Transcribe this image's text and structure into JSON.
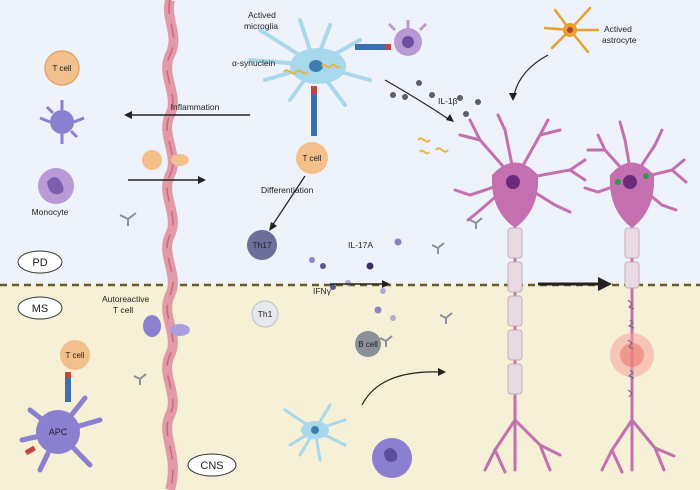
{
  "sections": {
    "pd_label": "PD",
    "ms_label": "MS",
    "cns_label": "CNS"
  },
  "labels": {
    "t_cell": "T cell",
    "inflammation": "Inflammation",
    "monocyte": "Monocyte",
    "actived_microglia_line1": "Actived",
    "actived_microglia_line2": "microglia",
    "alpha_synuclein": "α-synuclein",
    "il1b": "IL-1β",
    "actived_astrocyte_line1": "Actived",
    "actived_astrocyte_line2": "astrocyte",
    "differentiation": "Differentiation",
    "th17": "Th17",
    "il17a": "IL-17A",
    "ifng": "IFNγ",
    "th1": "Th1",
    "b_cell": "B cell",
    "autoreactive_line1": "Autoreactive",
    "autoreactive_line2": "T cell",
    "apc": "APC"
  },
  "colors": {
    "pd_background": "#eef2fa",
    "ms_background": "#f6f0d6",
    "divider": "#6b5a2a",
    "vessel": "#e8a7b0",
    "neuron": "#c46fb0",
    "microglia": "#a8d8ec",
    "t_cell": "#f3c08c",
    "apc": "#8b7fd0",
    "th17": "#6b6f9a",
    "myelin": "#e9d9e3"
  }
}
